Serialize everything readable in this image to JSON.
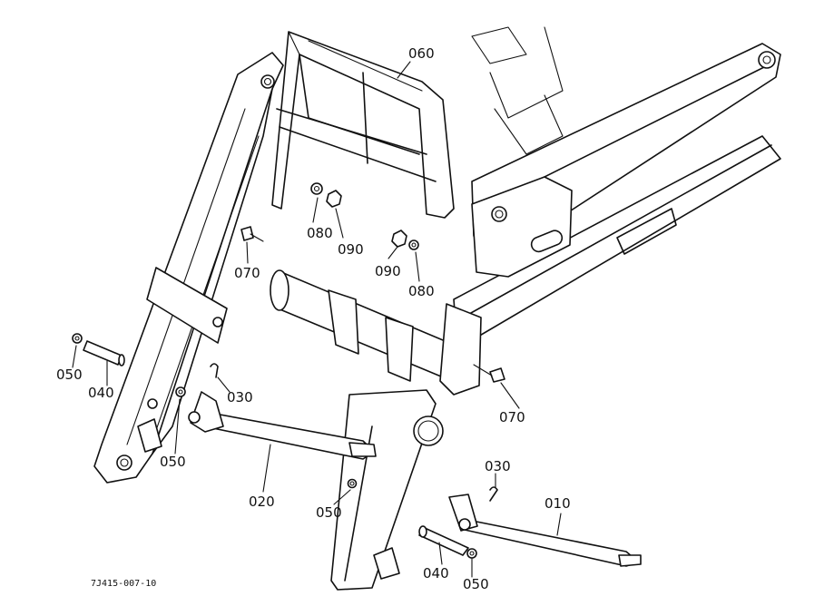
{
  "figure": {
    "reference_code": "7J415-007-10"
  },
  "parts": [
    {
      "id": "p060",
      "label": "060"
    },
    {
      "id": "p080a",
      "label": "080"
    },
    {
      "id": "p090a",
      "label": "090"
    },
    {
      "id": "p070a",
      "label": "070"
    },
    {
      "id": "p090b",
      "label": "090"
    },
    {
      "id": "p080b",
      "label": "080"
    },
    {
      "id": "p050a",
      "label": "050"
    },
    {
      "id": "p040a",
      "label": "040"
    },
    {
      "id": "p030a",
      "label": "030"
    },
    {
      "id": "p050b",
      "label": "050"
    },
    {
      "id": "p070b",
      "label": "070"
    },
    {
      "id": "p020",
      "label": "020"
    },
    {
      "id": "p050c",
      "label": "050"
    },
    {
      "id": "p030b",
      "label": "030"
    },
    {
      "id": "p010",
      "label": "010"
    },
    {
      "id": "p040b",
      "label": "040"
    },
    {
      "id": "p050d",
      "label": "050"
    }
  ]
}
